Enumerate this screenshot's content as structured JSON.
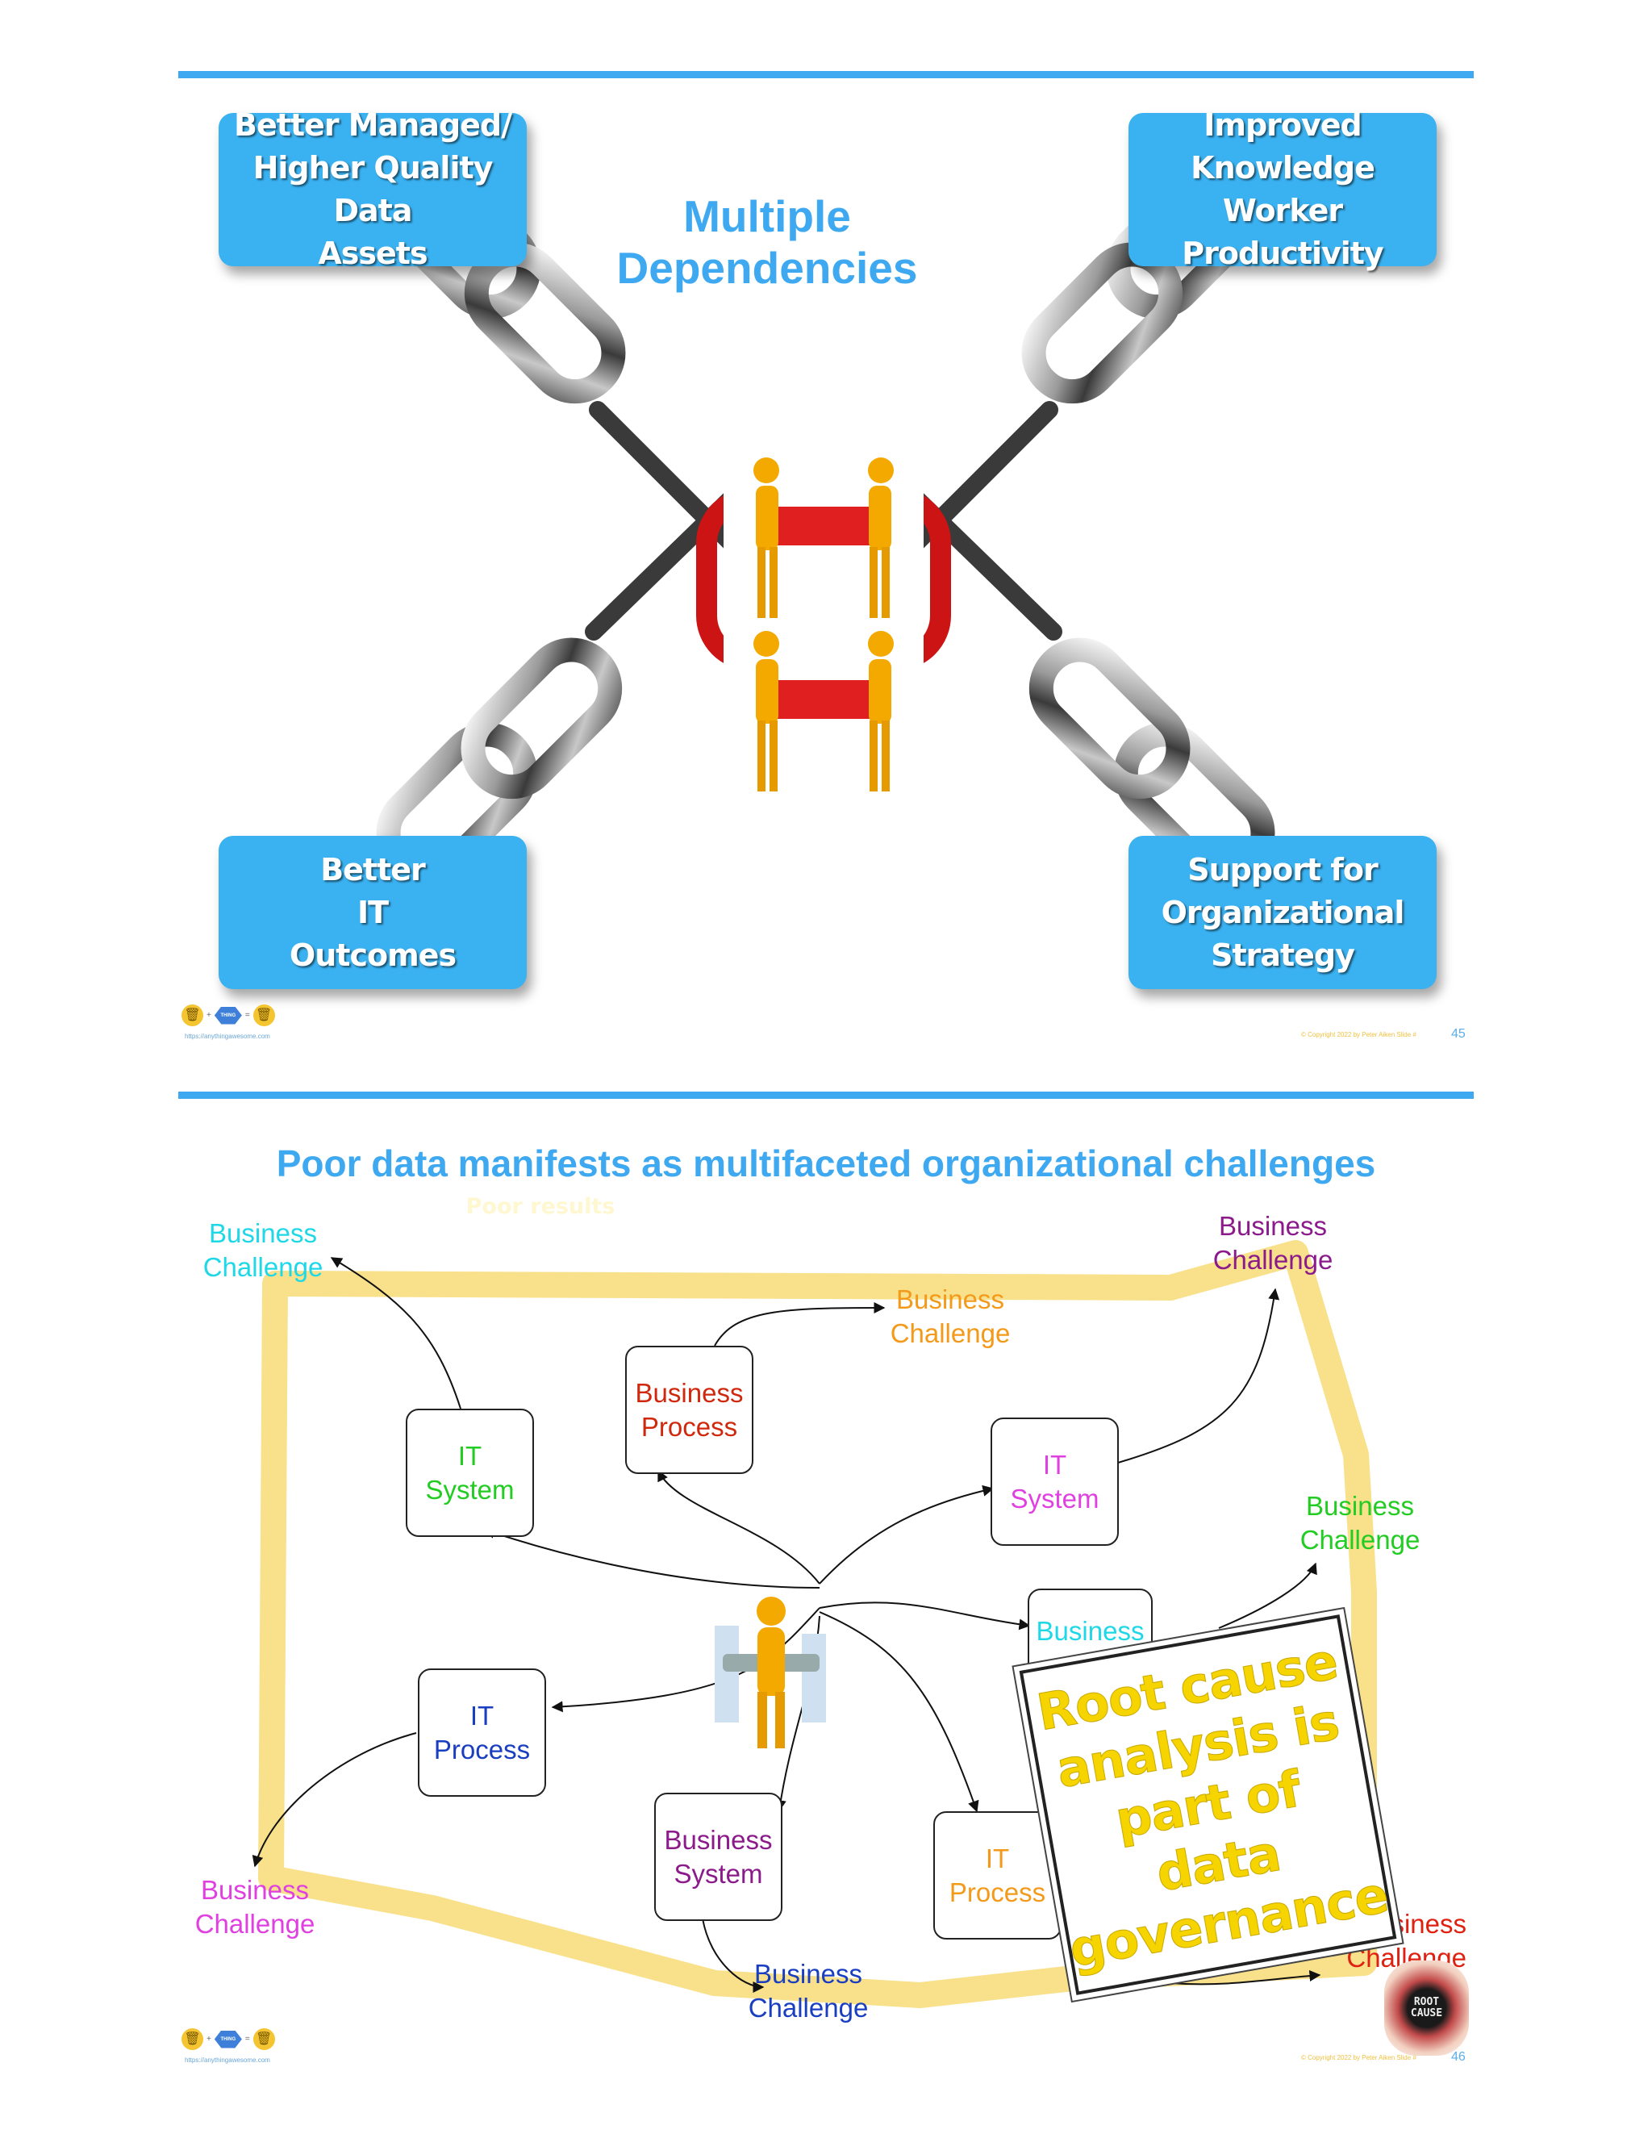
{
  "slide1": {
    "title": "Multiple Dependencies",
    "callouts": {
      "top_left": "Better Managed/\nHigher Quality Data\nAssets",
      "top_right": "Improved\nKnowledge Worker\nProductivity",
      "bottom_left": "Better\nIT\nOutcomes",
      "bottom_right": "Support for\nOrganizational\nStrategy"
    },
    "footer": {
      "url": "https://anythingawesome.com",
      "copyright": "© Copyright 2022 by Peter Aiken Slide #",
      "page": "45"
    }
  },
  "slide2": {
    "title": "Poor data manifests as multifaceted organizational challenges",
    "band_label": "Poor results",
    "nodes": {
      "business_process": "Business\nProcess",
      "it_system_left": "IT\nSystem",
      "it_system_right": "IT\nSystem",
      "business_partial": "Business\nP...",
      "it_process_left": "IT\nProcess",
      "business_system": "Business\nSystem",
      "it_process_right": "IT\nProcess"
    },
    "challenges": {
      "cyan": "Business\nChallenge",
      "orange": "Business\nChallenge",
      "purple": "Business\nChallenge",
      "green": "Business\nChallenge",
      "magenta": "Business\nChallenge",
      "blue": "Business\nChallenge",
      "red": "Business\nChallenge"
    },
    "root_cause": "Root cause\nanalysis is\npart of data\ngovernance",
    "mouth_label": "ROOT\nCAUSE",
    "footer": {
      "url": "https://anythingawesome.com",
      "copyright": "© Copyright 2022 by Peter Aiken Slide #",
      "page": "46"
    }
  },
  "colors": {
    "accent": "#3ea9f0",
    "callout": "#3ab1f0",
    "band": "#f9e08a",
    "cyan": "#1ed8e8",
    "orange": "#f39a1a",
    "purple": "#8b1a8b",
    "green": "#22cc22",
    "magenta": "#e040e0",
    "blue": "#1a3ec0",
    "red": "#e02010"
  },
  "icons": {
    "figure": "person-pulling-chain-icon",
    "chain": "chain-link-icon",
    "logo": "anything-awesome-logo",
    "mouth": "screaming-mouth-icon"
  }
}
